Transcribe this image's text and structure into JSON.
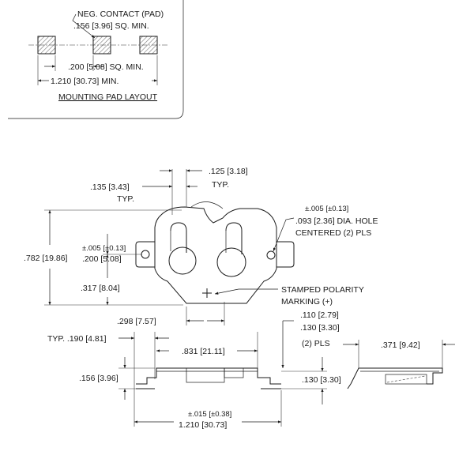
{
  "pad_layout": {
    "neg_contact_label": "NEG. CONTACT (PAD)",
    "center_pad_size": ".156 [3.96] SQ. MIN.",
    "pad_spacing": ".200 [5.08] SQ. MIN.",
    "overall_span": "1.210 [30.73] MIN.",
    "caption": "MOUNTING PAD LAYOUT"
  },
  "top_view": {
    "tab_width": ".135 [3.43]",
    "tab_width_note": "TYP.",
    "slot_width": ".125 [3.18]",
    "slot_width_note": "TYP.",
    "hole_tolerance": "±.005 [±0.13]",
    "hole_dia": ".093 [2.36] DIA. HOLE",
    "hole_note": "CENTERED (2) PLS",
    "overall_height": ".782 [19.86]",
    "hole_height_tolerance": "±.005 [±0.13]",
    "hole_height": ".200 [5.08]",
    "polarity_height": ".317 [8.04]",
    "polarity_label_line1": "STAMPED POLARITY",
    "polarity_label_line2": "MARKING (+)",
    "polarity_offset": ".298 [7.57]"
  },
  "side_view": {
    "lead_offset": "TYP. .190 [4.81]",
    "inner_span": ".831 [21.11]",
    "body_height": ".156 [3.96]",
    "pad_dim_1": ".110 [2.79]",
    "pad_dim_2": ".130 [3.30]",
    "pad_dim_note": "(2) PLS",
    "lead_height": ".130 [3.30]",
    "overall_tolerance": "±.015 [±0.38]",
    "overall_width": "1.210 [30.73]"
  },
  "end_view": {
    "depth": ".371 [9.42]"
  }
}
